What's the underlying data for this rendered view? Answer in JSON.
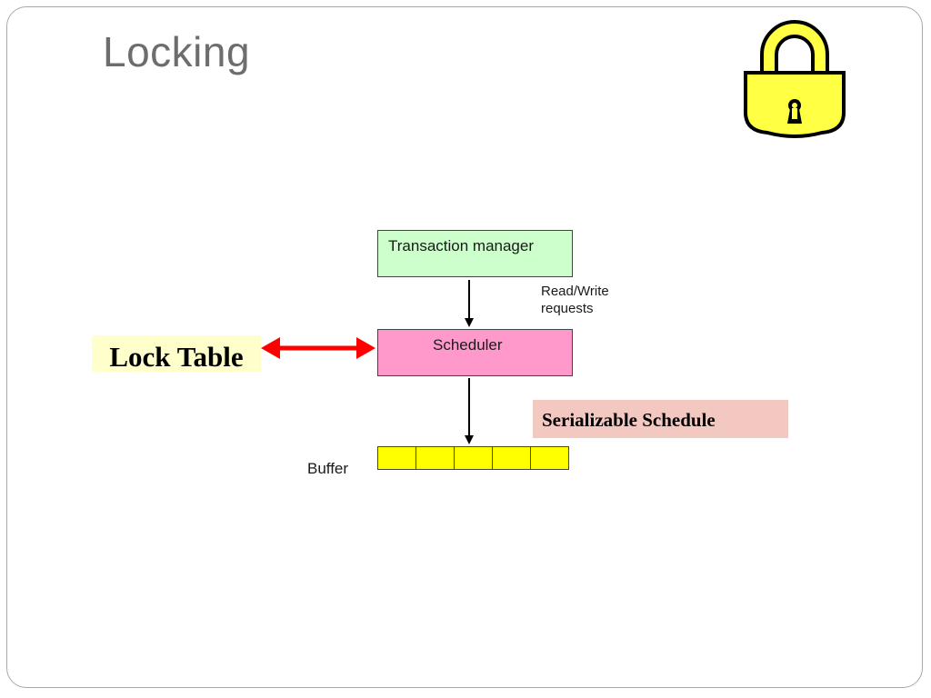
{
  "slide": {
    "title": "Locking"
  },
  "icons": {
    "lock": "padlock-icon",
    "lock_color": "#ffff44"
  },
  "diagram": {
    "transaction_manager": "Transaction manager",
    "read_write_label": "Read/Write\nrequests",
    "scheduler": "Scheduler",
    "buffer_label": "Buffer",
    "buffer_cells": 5,
    "lock_table": "Lock Table",
    "serializable_schedule": "Serializable Schedule"
  },
  "colors": {
    "transaction_manager_fill": "#ccffcc",
    "scheduler_fill": "#ff99cc",
    "buffer_fill": "#ffff00",
    "lock_table_fill": "#ffffcc",
    "serializable_fill": "#f2c8c0",
    "double_arrow": "#ff0000"
  }
}
